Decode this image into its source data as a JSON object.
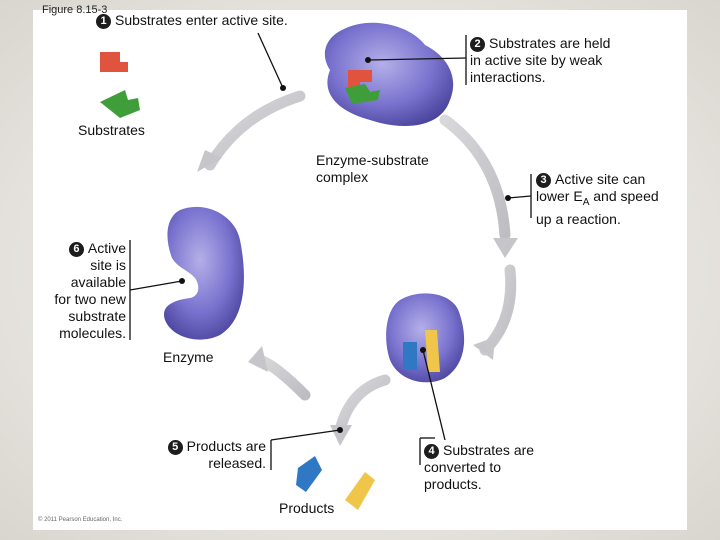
{
  "figure_label": "Figure 8.15-3",
  "steps": {
    "step1": {
      "number": "1",
      "text": "Substrates enter active site."
    },
    "step2": {
      "number": "2",
      "line1": "Substrates are held",
      "line2": "in active site by weak",
      "line3": "interactions."
    },
    "step3": {
      "number": "3",
      "line1": "Active site can",
      "line2_pre": "lower E",
      "line2_sub": "A",
      "line2_post": " and speed",
      "line3": "up a reaction."
    },
    "step4": {
      "number": "4",
      "line1": "Substrates are",
      "line2": "converted to",
      "line3": "products."
    },
    "step5": {
      "number": "5",
      "line1": "Products are",
      "line2": "released."
    },
    "step6": {
      "number": "6",
      "line1": "Active",
      "line2": "site is",
      "line3": "available",
      "line4": "for two new",
      "line5": "substrate",
      "line6": "molecules."
    }
  },
  "labels": {
    "substrates": "Substrates",
    "complex_line1": "Enzyme-substrate",
    "complex_line2": "complex",
    "enzyme": "Enzyme",
    "products": "Products"
  },
  "copyright": "© 2011 Pearson Education, Inc.",
  "colors": {
    "enzyme": "#7a73cf",
    "substrate_red": "#e0533f",
    "substrate_green": "#3f9e3a",
    "product_blue": "#2f78c4",
    "product_yellow": "#f0c64a",
    "cycle_arrow": "#c9c9cc"
  }
}
